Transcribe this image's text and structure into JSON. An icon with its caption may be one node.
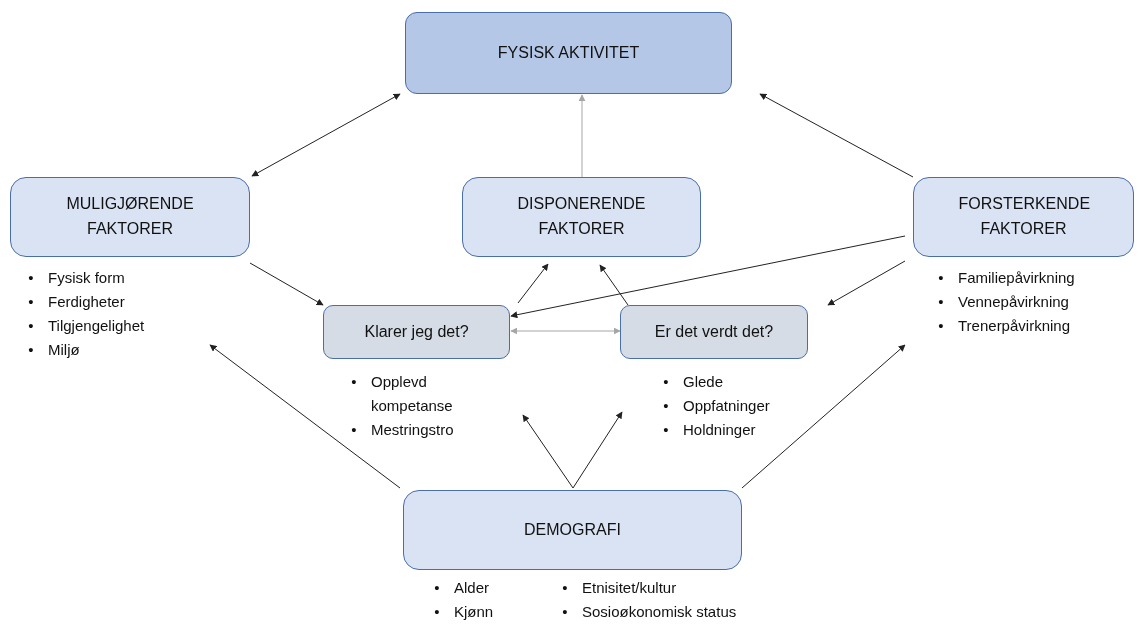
{
  "diagram": {
    "nodes": [
      {
        "text": [
          "FYSISK AKTIVITET"
        ]
      },
      {
        "text": [
          "MULIGJØRENDE FAKTORER"
        ],
        "beside": [
          "• Fysisk form",
          "• Ferdigheter",
          "• Tilgjengelighet",
          "• Miljø"
        ]
      },
      {
        "text": [
          "DISPONERENDE FAKTORER"
        ]
      },
      {
        "text": [
          "FORSTERKENDE FAKTORER"
        ],
        "beside": [
          "• Familiepåvirkning",
          "• Vennepåvirkning",
          "• Trenerpåvirkning"
        ]
      },
      {
        "text": [
          "Klarer jeg det?"
        ],
        "beside": [
          "• Opplevd kompetanse",
          "• Mestringstro"
        ]
      },
      {
        "text": [
          "Er det verdt det?"
        ],
        "beside": [
          "• Glede",
          "• Oppfatninger",
          "• Holdninger"
        ]
      },
      {
        "text": [
          "DEMOGRAFI"
        ],
        "beside": [
          "• Alder",
          "• Kjønn",
          "• Etnisitet/kultur",
          "• Sosioøkonomisk status"
        ]
      }
    ],
    "edges": [
      {
        "from": 1,
        "to": 0,
        "arrow": "both"
      },
      {
        "from": 2,
        "to": 0,
        "arrow": "to",
        "color": "#a6a6a6"
      },
      {
        "from": 3,
        "to": 0,
        "arrow": "to"
      },
      {
        "from": 1,
        "to": 4,
        "arrow": "to"
      },
      {
        "from": 4,
        "to": 2,
        "arrow": "to"
      },
      {
        "from": 5,
        "to": 2,
        "arrow": "to"
      },
      {
        "from": 3,
        "to": 4,
        "arrow": "to"
      },
      {
        "from": 3,
        "to": 5,
        "arrow": "to"
      },
      {
        "from": 4,
        "to": 5,
        "arrow": "both",
        "color": "#a6a6a6"
      },
      {
        "from": 6,
        "to": 1,
        "arrow": "to"
      },
      {
        "from": 6,
        "to": 4,
        "arrow": "to"
      },
      {
        "from": 6,
        "to": 5,
        "arrow": "to"
      },
      {
        "from": 6,
        "to": 3,
        "arrow": "to"
      }
    ]
  }
}
